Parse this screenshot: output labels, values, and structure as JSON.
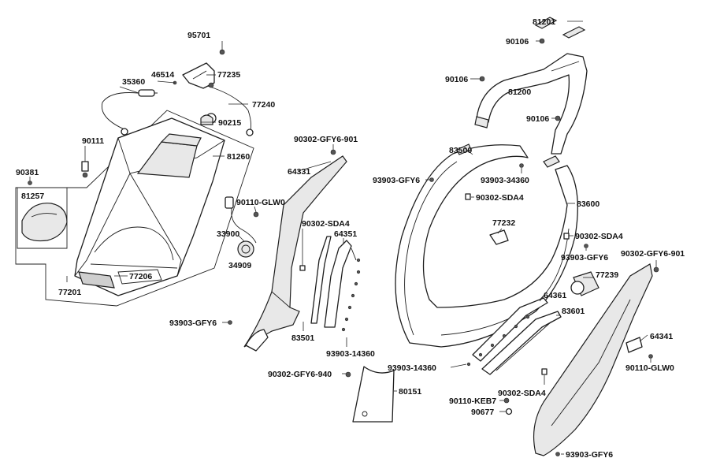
{
  "labels": [
    {
      "id": "81201",
      "text": "81201"
    },
    {
      "id": "90106-a",
      "text": "90106"
    },
    {
      "id": "90106-b",
      "text": "90106"
    },
    {
      "id": "90106-c",
      "text": "90106"
    },
    {
      "id": "81200",
      "text": "81200"
    },
    {
      "id": "95701",
      "text": "95701"
    },
    {
      "id": "46514",
      "text": "46514"
    },
    {
      "id": "35360",
      "text": "35360"
    },
    {
      "id": "77235",
      "text": "77235"
    },
    {
      "id": "77240",
      "text": "77240"
    },
    {
      "id": "90215",
      "text": "90215"
    },
    {
      "id": "90111",
      "text": "90111"
    },
    {
      "id": "81260",
      "text": "81260"
    },
    {
      "id": "90381",
      "text": "90381"
    },
    {
      "id": "81257",
      "text": "81257"
    },
    {
      "id": "77206",
      "text": "77206"
    },
    {
      "id": "77201",
      "text": "77201"
    },
    {
      "id": "90302-GFY6-901-a",
      "text": "90302-GFY6-901"
    },
    {
      "id": "64331",
      "text": "64331"
    },
    {
      "id": "90110-GLW0-a",
      "text": "90110-GLW0"
    },
    {
      "id": "90302-SDA4-a",
      "text": "90302-SDA4"
    },
    {
      "id": "64351",
      "text": "64351"
    },
    {
      "id": "33900",
      "text": "33900"
    },
    {
      "id": "34909",
      "text": "34909"
    },
    {
      "id": "93903-GFY6-a",
      "text": "93903-GFY6"
    },
    {
      "id": "83501",
      "text": "83501"
    },
    {
      "id": "93903-14360-a",
      "text": "93903-14360"
    },
    {
      "id": "90302-GFY6-940",
      "text": "90302-GFY6-940"
    },
    {
      "id": "80151",
      "text": "80151"
    },
    {
      "id": "83500",
      "text": "83500"
    },
    {
      "id": "93903-GFY6-b",
      "text": "93903-GFY6"
    },
    {
      "id": "93903-34360",
      "text": "93903-34360"
    },
    {
      "id": "90302-SDA4-b",
      "text": "90302-SDA4"
    },
    {
      "id": "83600",
      "text": "83600"
    },
    {
      "id": "77232",
      "text": "77232"
    },
    {
      "id": "90302-SDA4-c",
      "text": "90302-SDA4"
    },
    {
      "id": "93903-GFY6-c",
      "text": "93903-GFY6"
    },
    {
      "id": "90302-GFY6-901-b",
      "text": "90302-GFY6-901"
    },
    {
      "id": "77239",
      "text": "77239"
    },
    {
      "id": "64361",
      "text": "64361"
    },
    {
      "id": "83601",
      "text": "83601"
    },
    {
      "id": "64341",
      "text": "64341"
    },
    {
      "id": "90110-GLW0-b",
      "text": "90110-GLW0"
    },
    {
      "id": "93903-14360-b",
      "text": "93903-14360"
    },
    {
      "id": "90302-SDA4-d",
      "text": "90302-SDA4"
    },
    {
      "id": "90110-KEB7",
      "text": "90110-KEB7"
    },
    {
      "id": "90677",
      "text": "90677"
    },
    {
      "id": "93903-GFY6-d",
      "text": "93903-GFY6"
    }
  ]
}
